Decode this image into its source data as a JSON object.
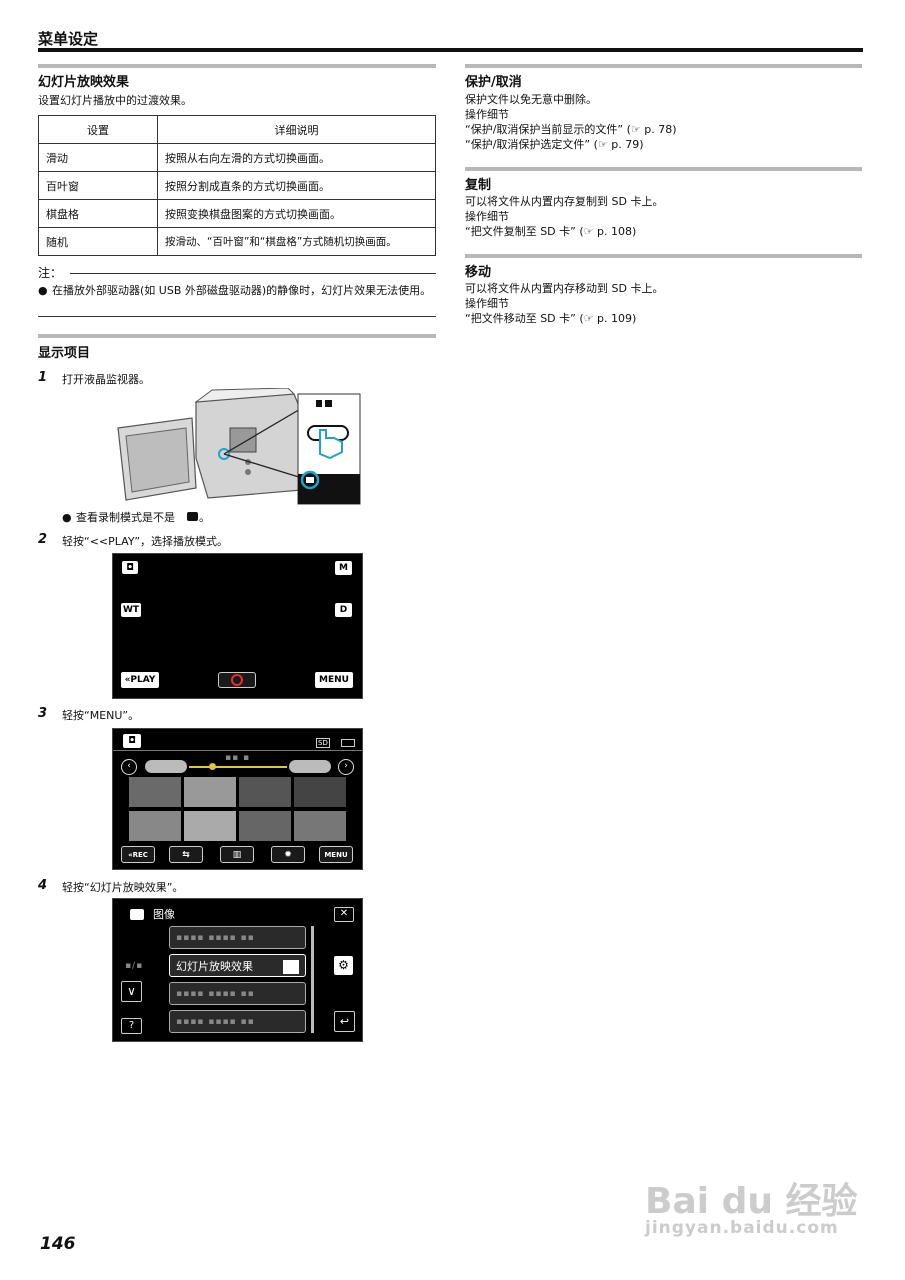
{
  "header": {
    "title": "菜单设定"
  },
  "slideshow": {
    "title": "幻灯片放映效果",
    "desc": "设置幻灯片播放中的过渡效果。",
    "table": {
      "headers": [
        "设置",
        "详细说明"
      ],
      "rows": [
        [
          "滑动",
          "按照从右向左滑的方式切换画面。"
        ],
        [
          "百叶窗",
          "按照分割成直条的方式切换画面。"
        ],
        [
          "棋盘格",
          "按照变换棋盘图案的方式切换画面。"
        ],
        [
          "随机",
          "按滑动、“百叶窗”和“棋盘格”方式随机切换画面。"
        ]
      ]
    },
    "note_label": "注：",
    "note_text": "在播放外部驱动器(如 USB 外部磁盘驱动器)的静像时，幻灯片效果无法使用。"
  },
  "display": {
    "title": "显示项目",
    "steps": [
      {
        "num": "1",
        "text": "打开液晶监视器。"
      },
      {
        "num": "2",
        "text": "轻按“<<PLAY”，选择播放模式。"
      },
      {
        "num": "3",
        "text": "轻按“MENU”。"
      },
      {
        "num": "4",
        "text": "轻按“幻灯片放映效果”。"
      }
    ],
    "bullet": "查看录制模式是不是",
    "bullet_end": "。"
  },
  "screen2": {
    "m": "M",
    "wt": "WT",
    "d": "D",
    "play": "«PLAY",
    "menu": "MENU"
  },
  "screen3": {
    "sd": "SD",
    "rec": "«REC",
    "menu": "MENU"
  },
  "screen4": {
    "title": "图像",
    "selected": "幻灯片放映效果",
    "help": "?"
  },
  "protect": {
    "title": "保护/取消",
    "lines": [
      "保护文件以免无意中删除。",
      "操作细节",
      "“保护/取消保护当前显示的文件” (☞ p. 78)",
      "“保护/取消保护选定文件” (☞ p. 79)"
    ]
  },
  "copy": {
    "title": "复制",
    "lines": [
      "可以将文件从内置内存复制到 SD 卡上。",
      "操作细节",
      "“把文件复制至 SD 卡” (☞ p. 108)"
    ]
  },
  "move": {
    "title": "移动",
    "lines": [
      "可以将文件从内置内存移动到 SD 卡上。",
      "操作细节",
      "“把文件移动至 SD 卡” (☞ p. 109)"
    ]
  },
  "footer": {
    "page": "146"
  },
  "watermark": {
    "brand": "Bai du 经验",
    "url": "jingyan.baidu.com"
  }
}
